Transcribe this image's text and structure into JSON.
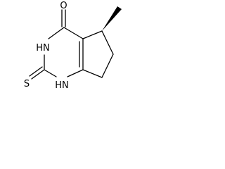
{
  "molecule": {
    "atoms": {
      "oxygen": "O",
      "n3": "HN",
      "n1": "HN",
      "sulfur": "S"
    },
    "stereo": "wedge",
    "colors": {
      "bond": "#000000",
      "background": "#ffffff"
    }
  }
}
